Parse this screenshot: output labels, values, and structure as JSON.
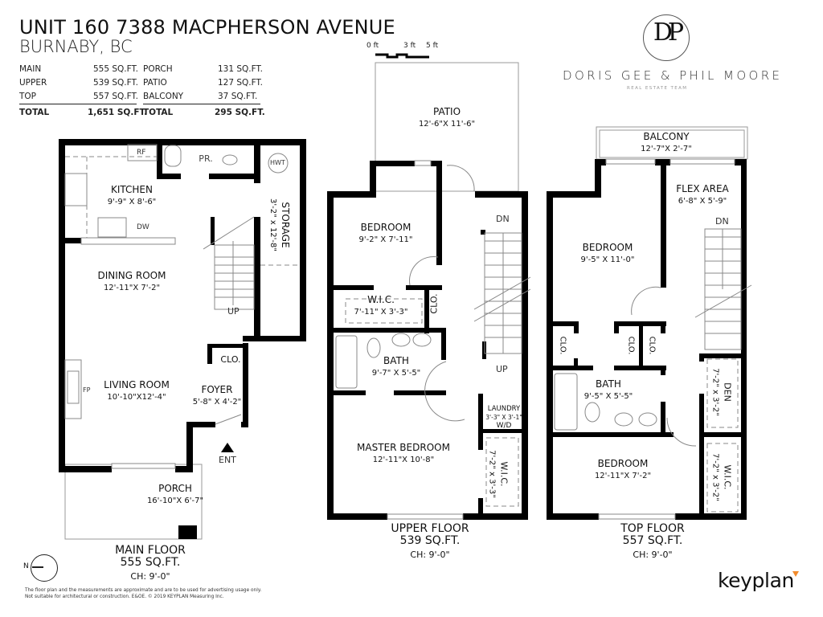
{
  "header": {
    "title": "UNIT 160 7388 MACPHERSON AVENUE",
    "subtitle": "BURNABY, BC"
  },
  "area_summary": {
    "interior": [
      {
        "label": "MAIN",
        "value": "555 SQ.FT."
      },
      {
        "label": "UPPER",
        "value": "539 SQ.FT."
      },
      {
        "label": "TOP",
        "value": "557 SQ.FT."
      }
    ],
    "interior_total": {
      "label": "TOTAL",
      "value": "1,651 SQ.FT."
    },
    "exterior": [
      {
        "label": "PORCH",
        "value": "131 SQ.FT."
      },
      {
        "label": "PATIO",
        "value": "127 SQ.FT."
      },
      {
        "label": "BALCONY",
        "value": "37 SQ.FT."
      }
    ],
    "exterior_total": {
      "label": "TOTAL",
      "value": "295 SQ.FT."
    }
  },
  "scale_bar": {
    "ticks": [
      "0 ft",
      "3 ft",
      "5 ft"
    ]
  },
  "branding": {
    "monogram": "DP",
    "name": "DORIS GEE & PHIL MOORE",
    "tagline": "REAL ESTATE TEAM"
  },
  "floors": {
    "main": {
      "name": "MAIN FLOOR",
      "area": "555 SQ.FT.",
      "ceiling": "CH: 9'-0\"",
      "rooms": [
        {
          "name": "KITCHEN",
          "dim": "9'-9\" X 8'-6\""
        },
        {
          "name": "DINING ROOM",
          "dim": "12'-11\"X 7'-2\""
        },
        {
          "name": "LIVING ROOM",
          "dim": "10'-10\"X12'-4\""
        },
        {
          "name": "FOYER",
          "dim": "5'-8\" X 4'-2\""
        },
        {
          "name": "STORAGE",
          "dim": "3'-2\" x 12'-8\""
        },
        {
          "name": "PORCH",
          "dim": "16'-10\"X 6'-7\""
        },
        {
          "name": "PR.",
          "dim": ""
        },
        {
          "name": "CLO.",
          "dim": ""
        }
      ],
      "fixtures": {
        "rf": "RF",
        "dw": "DW",
        "hwt": "HWT",
        "fp": "FP",
        "up": "UP",
        "ent": "ENT"
      }
    },
    "upper": {
      "name": "UPPER FLOOR",
      "area": "539 SQ.FT.",
      "ceiling": "CH: 9'-0\"",
      "rooms": [
        {
          "name": "PATIO",
          "dim": "12'-6\"X 11'-6\""
        },
        {
          "name": "BEDROOM",
          "dim": "9'-2\" X 7'-11\""
        },
        {
          "name": "W.I.C.",
          "dim": "7'-11\" X 3'-3\""
        },
        {
          "name": "CLO.",
          "dim": ""
        },
        {
          "name": "BATH",
          "dim": "9'-7\" X 5'-5\""
        },
        {
          "name": "MASTER BEDROOM",
          "dim": "12'-11\"X 10'-8\""
        },
        {
          "name": "LAUNDRY",
          "dim": "3'-3\" X 3'-1\""
        },
        {
          "name": "W.I.C.",
          "dim": "7'-2\" x 3'-3\""
        }
      ],
      "fixtures": {
        "dn": "DN",
        "up": "UP",
        "wd": "W/D"
      }
    },
    "top": {
      "name": "TOP FLOOR",
      "area": "557 SQ.FT.",
      "ceiling": "CH: 9'-0\"",
      "rooms": [
        {
          "name": "BALCONY",
          "dim": "12'-7\"X 2'-7\""
        },
        {
          "name": "FLEX AREA",
          "dim": "6'-8\" X 5'-9\""
        },
        {
          "name": "BEDROOM",
          "dim": "9'-5\" X 11'-0\""
        },
        {
          "name": "CLO.",
          "dim": ""
        },
        {
          "name": "CLO.",
          "dim": ""
        },
        {
          "name": "CLO.",
          "dim": ""
        },
        {
          "name": "BATH",
          "dim": "9'-5\" X 5'-5\""
        },
        {
          "name": "DEN",
          "dim": "7'-2\" x 3'-2\""
        },
        {
          "name": "BEDROOM",
          "dim": "12'-11\"X 7'-2\""
        },
        {
          "name": "W.I.C.",
          "dim": "7'-2\" x 3'-2\""
        }
      ],
      "fixtures": {
        "dn": "DN"
      }
    }
  },
  "compass": {
    "label": "N"
  },
  "footer": {
    "disclaimer_line1": "The floor plan and the measurements are approximate and are to be used for advertising usage only.",
    "disclaimer_line2": "Not suitable for architectural or construction. E&OE. © 2019 KEYPLAN Measuring Inc.",
    "brand": "keyplan",
    "brand_accent": "#f28b2c"
  },
  "colors": {
    "wall": "#000000",
    "outline": "#9a9a9a",
    "text": "#111111"
  }
}
